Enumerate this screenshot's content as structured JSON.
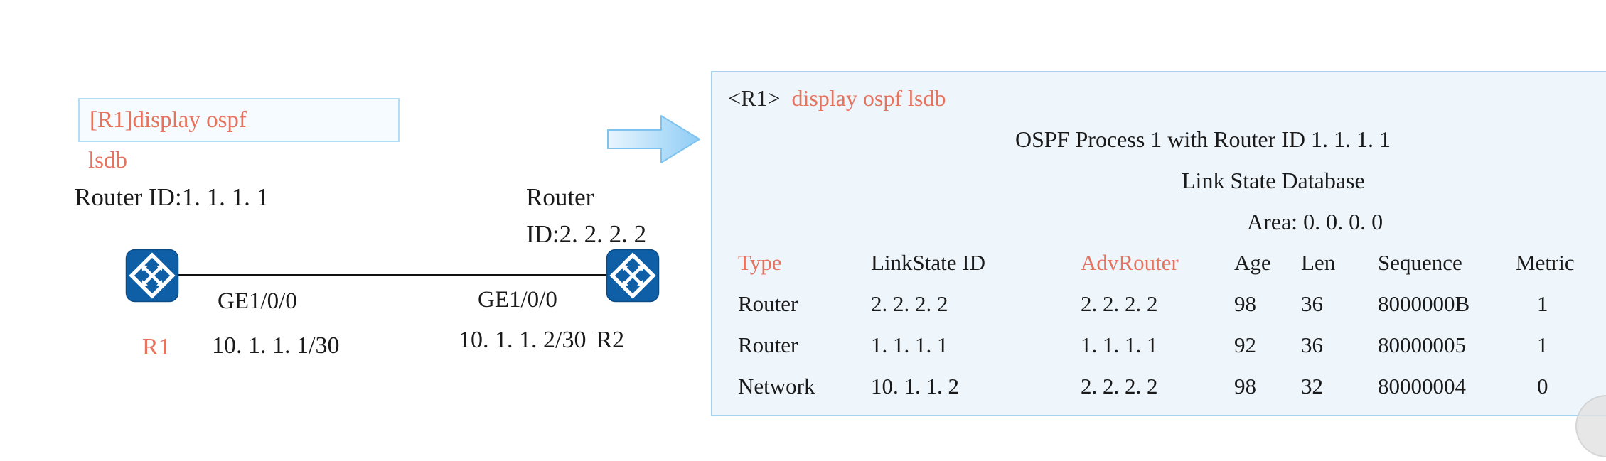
{
  "colors": {
    "accent_red": "#e5735e",
    "router_blue": "#0f5fa6",
    "panel_border": "#a6d2ee",
    "panel_bg": "#eef6fc",
    "arrow_blue": "#9ed3f6"
  },
  "diagram": {
    "command_box": {
      "line1": "[R1]display ospf",
      "line2": "lsdb"
    },
    "router1": {
      "router_id": "Router ID:1. 1. 1. 1",
      "name": "R1",
      "interface": "GE1/0/0",
      "ip": "10. 1. 1. 1/30"
    },
    "router2": {
      "router_id_line1": "Router",
      "router_id_line2": "ID:2. 2. 2. 2",
      "name": "R2",
      "interface": "GE1/0/0",
      "ip": "10. 1. 1. 2/30"
    }
  },
  "terminal": {
    "prompt": "<R1>",
    "command": "display ospf lsdb",
    "heading1": "OSPF Process 1 with Router ID 1. 1. 1. 1",
    "heading2": "Link State Database",
    "heading3": "Area: 0. 0. 0. 0",
    "table": {
      "headers": [
        "Type",
        "LinkState ID",
        "AdvRouter",
        "Age",
        "Len",
        "Sequence",
        "Metric"
      ],
      "rows": [
        [
          "Router",
          "2. 2. 2. 2",
          "2. 2. 2. 2",
          "98",
          "36",
          "8000000B",
          "1"
        ],
        [
          "Router",
          "1. 1. 1. 1",
          "1. 1. 1. 1",
          "92",
          "36",
          "80000005",
          "1"
        ],
        [
          "Network",
          "10. 1. 1. 2",
          "2. 2. 2. 2",
          "98",
          "32",
          "80000004",
          "0"
        ]
      ]
    }
  }
}
